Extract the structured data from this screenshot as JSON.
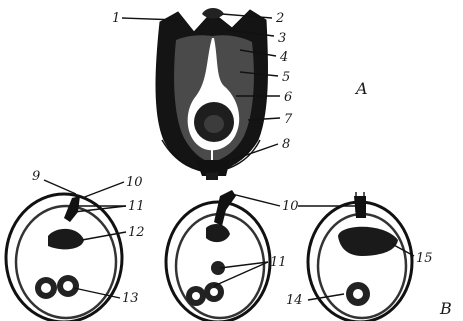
{
  "figure": {
    "panel_a_letter": "A",
    "panel_b_letter": "B",
    "numbers": {
      "n1": "1",
      "n2": "2",
      "n3": "3",
      "n4": "4",
      "n5": "5",
      "n6": "6",
      "n7": "7",
      "n8": "8",
      "n9": "9",
      "n10": "10",
      "n11": "11",
      "n12": "12",
      "n13": "13",
      "n14": "14",
      "n15": "15"
    }
  }
}
